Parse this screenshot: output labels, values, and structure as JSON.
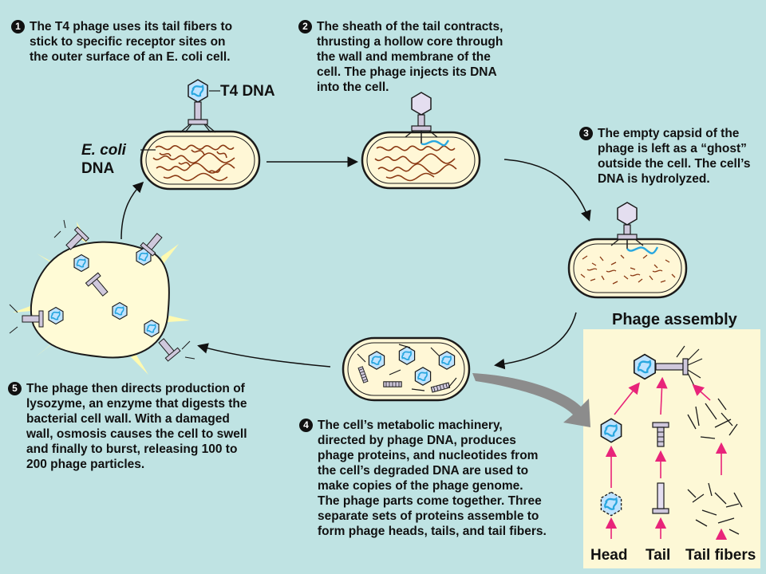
{
  "steps": [
    {
      "num": "1",
      "lines": [
        "The T4 phage uses its tail fibers to",
        "stick to specific receptor sites on",
        "the outer surface of an E. coli cell."
      ]
    },
    {
      "num": "2",
      "lines": [
        "The sheath of the tail contracts,",
        "thrusting a hollow core through",
        "the wall and membrane of the",
        "cell. The phage injects its DNA",
        "into the cell."
      ]
    },
    {
      "num": "3",
      "lines": [
        "The empty capsid of the",
        "phage is left as a “ghost”",
        "outside the cell. The cell’s",
        "DNA is hydrolyzed."
      ]
    },
    {
      "num": "4",
      "lines": [
        "The cell’s metabolic machinery,",
        "directed by phage DNA, produces",
        "phage proteins, and nucleotides from",
        "the cell’s degraded DNA are used to",
        "make copies of the phage genome.",
        "The phage parts come together. Three",
        "separate sets of proteins assemble to",
        "form phage heads, tails, and tail fibers."
      ]
    },
    {
      "num": "5",
      "lines": [
        "The phage then directs production of",
        "lysozyme, an enzyme that digests the",
        "bacterial cell wall. With a damaged",
        "wall, osmosis causes the cell to swell",
        "and finally to burst, releasing 100 to",
        "200 phage particles."
      ]
    }
  ],
  "labels": {
    "t4_dna": "T4 DNA",
    "ecoli_line1": "E. coli",
    "ecoli_line2": "DNA"
  },
  "assembly": {
    "title": "Phage assembly",
    "head": "Head",
    "tail": "Tail",
    "tail_fibers": "Tail fibers"
  },
  "colors": {
    "background": "#bfe3e3",
    "cell_fill": "#fff7d6",
    "bacterial_dna": "#8b3a14",
    "phage_dna": "#29a7df",
    "assembly_panel": "#fdf8d6",
    "arrow_pink": "#e8247a",
    "big_arrow": "#8c8c8c"
  }
}
